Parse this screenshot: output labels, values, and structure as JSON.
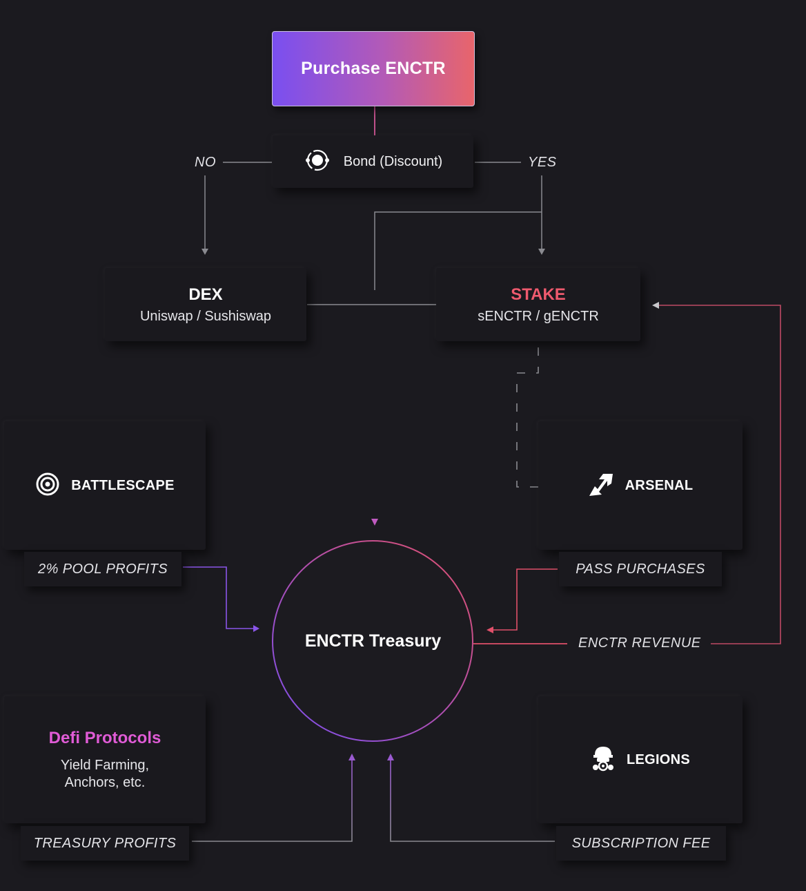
{
  "top_button": {
    "label": "Purchase ENCTR"
  },
  "bond": {
    "label": "Bond (Discount)",
    "icon": "orbit-icon"
  },
  "branches": {
    "no": "NO",
    "yes": "YES"
  },
  "dex": {
    "title": "DEX",
    "subtitle": "Uniswap / Sushiswap"
  },
  "stake": {
    "title": "STAKE",
    "subtitle": "sENCTR / gENCTR",
    "title_color": "#ef5a6e"
  },
  "battlescape": {
    "label": "BATTLESCAPE",
    "icon": "target-icon",
    "flow": "2% POOL PROFITS"
  },
  "arsenal": {
    "label": "ARSENAL",
    "icon": "arrow-up-right-icon",
    "flow": "PASS PURCHASES"
  },
  "treasury": {
    "label": "ENCTR Treasury"
  },
  "revenue": {
    "label": "ENCTR REVENUE"
  },
  "defi": {
    "title": "Defi Protocols",
    "subtitle_line1": "Yield Farming,",
    "subtitle_line2": "Anchors, etc.",
    "title_color": "#e05bd6",
    "flow": "TREASURY PROFITS"
  },
  "legions": {
    "label": "LEGIONS",
    "icon": "gas-mask-icon",
    "flow": "SUBSCRIPTION FEE"
  },
  "colors": {
    "background": "#1b1a1f",
    "purple": "#8a55e8",
    "pink": "#e0506a",
    "wire": "#8a8a90"
  }
}
